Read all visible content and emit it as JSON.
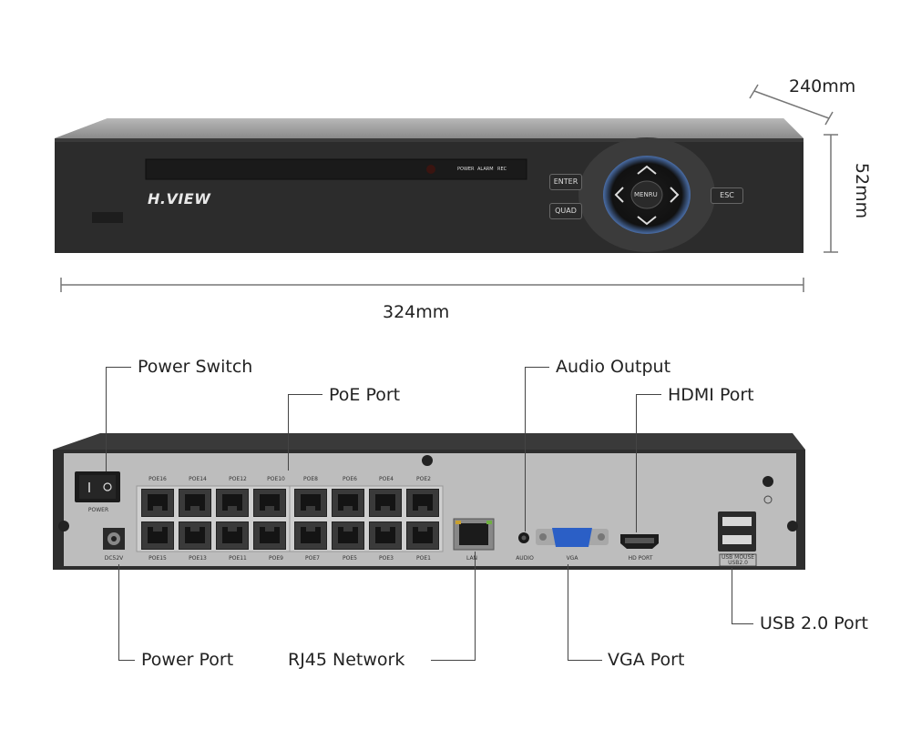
{
  "brand": "H.VIEW",
  "front": {
    "leds": [
      "POWER",
      "ALARM",
      "REC"
    ],
    "buttons": {
      "enter": "ENTER",
      "quad": "QUAD",
      "esc": "ESC",
      "menu": "MENRU"
    }
  },
  "dimensions": {
    "depth": "240mm",
    "height": "52mm",
    "width": "324mm"
  },
  "rear": {
    "power_switch_label": "POWER",
    "dc_label": "DC52V",
    "poe_top": [
      "POE16",
      "POE14",
      "POE12",
      "POE10",
      "POE8",
      "POE6",
      "POE4",
      "POE2"
    ],
    "poe_bottom": [
      "POE15",
      "POE13",
      "POE11",
      "POE9",
      "POE7",
      "POE5",
      "POE3",
      "POE1"
    ],
    "lan_label": "LAN",
    "audio_label": "AUDIO",
    "vga_label": "VGA",
    "hdmi_label": "HD PORT",
    "usb_label_1": "USB MOUSE",
    "usb_label_2": "USB2.0"
  },
  "callouts": {
    "power_switch": "Power Switch",
    "poe_port": "PoE Port",
    "audio_output": "Audio Output",
    "hdmi_port": "HDMI Port",
    "usb_port": "USB 2.0 Port",
    "power_port": "Power Port",
    "rj45": "RJ45 Network",
    "vga_port": "VGA Port"
  }
}
